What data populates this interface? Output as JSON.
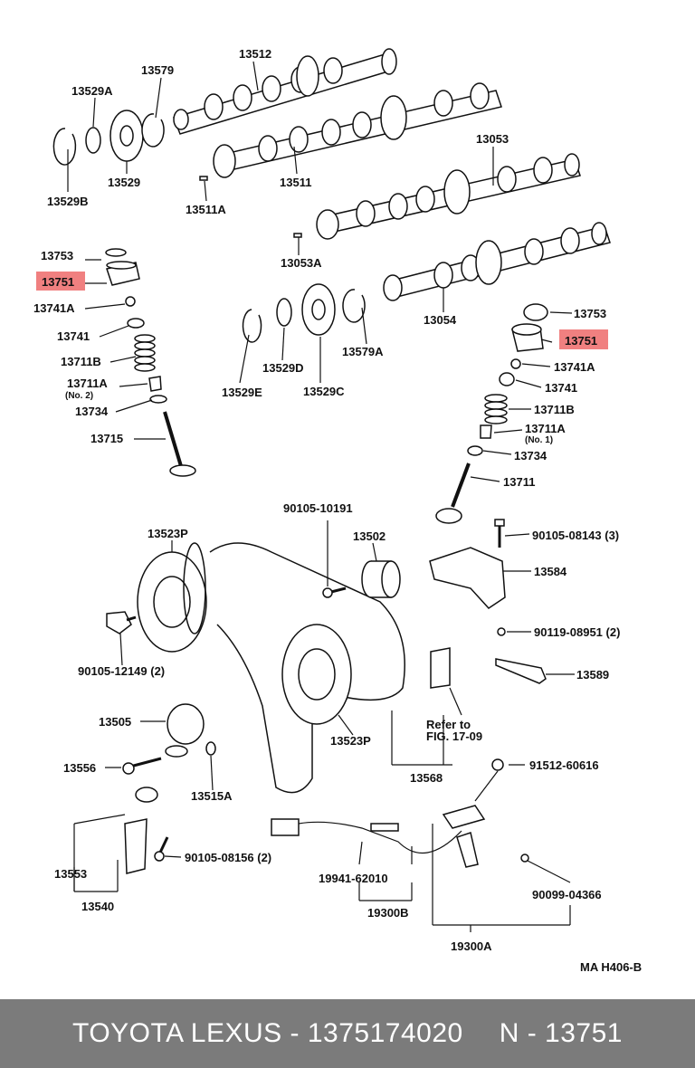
{
  "labels": {
    "p13512": "13512",
    "p13579": "13579",
    "p13529A": "13529A",
    "p13529": "13529",
    "p13529B": "13529B",
    "p13511": "13511",
    "p13511A": "13511A",
    "p13053": "13053",
    "p13053A": "13053A",
    "p13054": "13054",
    "p13753_l": "13753",
    "p13751_l": "13751",
    "p13741A_l": "13741A",
    "p13741_l": "13741",
    "p13711B_l": "13711B",
    "p13711A_l": "13711A",
    "p13711A_l_sub": "(No. 2)",
    "p13734_l": "13734",
    "p13715": "13715",
    "p13529E": "13529E",
    "p13529D": "13529D",
    "p13529C": "13529C",
    "p13579A": "13579A",
    "p13753_r": "13753",
    "p13751_r": "13751",
    "p13741A_r": "13741A",
    "p13741_r": "13741",
    "p13711B_r": "13711B",
    "p13711A_r": "13711A",
    "p13711A_r_sub": "(No. 1)",
    "p13734_r": "13734",
    "p13711": "13711",
    "p90105_10191": "90105-10191",
    "p13502": "13502",
    "p13523P_top": "13523P",
    "p90105_08143": "90105-08143 (3)",
    "p13584": "13584",
    "p90119_08951": "90119-08951 (2)",
    "p13589": "13589",
    "p90105_12149": "90105-12149 (2)",
    "p13505": "13505",
    "p13523P_bot": "13523P",
    "refer_line1": "Refer  to",
    "refer_line2": "FIG. 17-09",
    "p13556": "13556",
    "p13515A": "13515A",
    "p13568": "13568",
    "p91512_60616": "91512-60616",
    "p90105_08156": "90105-08156 (2)",
    "p13553": "13553",
    "p13540": "13540",
    "p19941_62010": "19941-62010",
    "p19300B": "19300B",
    "p90099_04366": "90099-04366",
    "p19300A": "19300A",
    "code": "MA  H406-B"
  },
  "highlight_color": "#f08080",
  "footer": {
    "brand_part": "TOYOTA LEXUS - 1375174020",
    "ref": "N - 13751",
    "background": "#7b7b7b"
  }
}
